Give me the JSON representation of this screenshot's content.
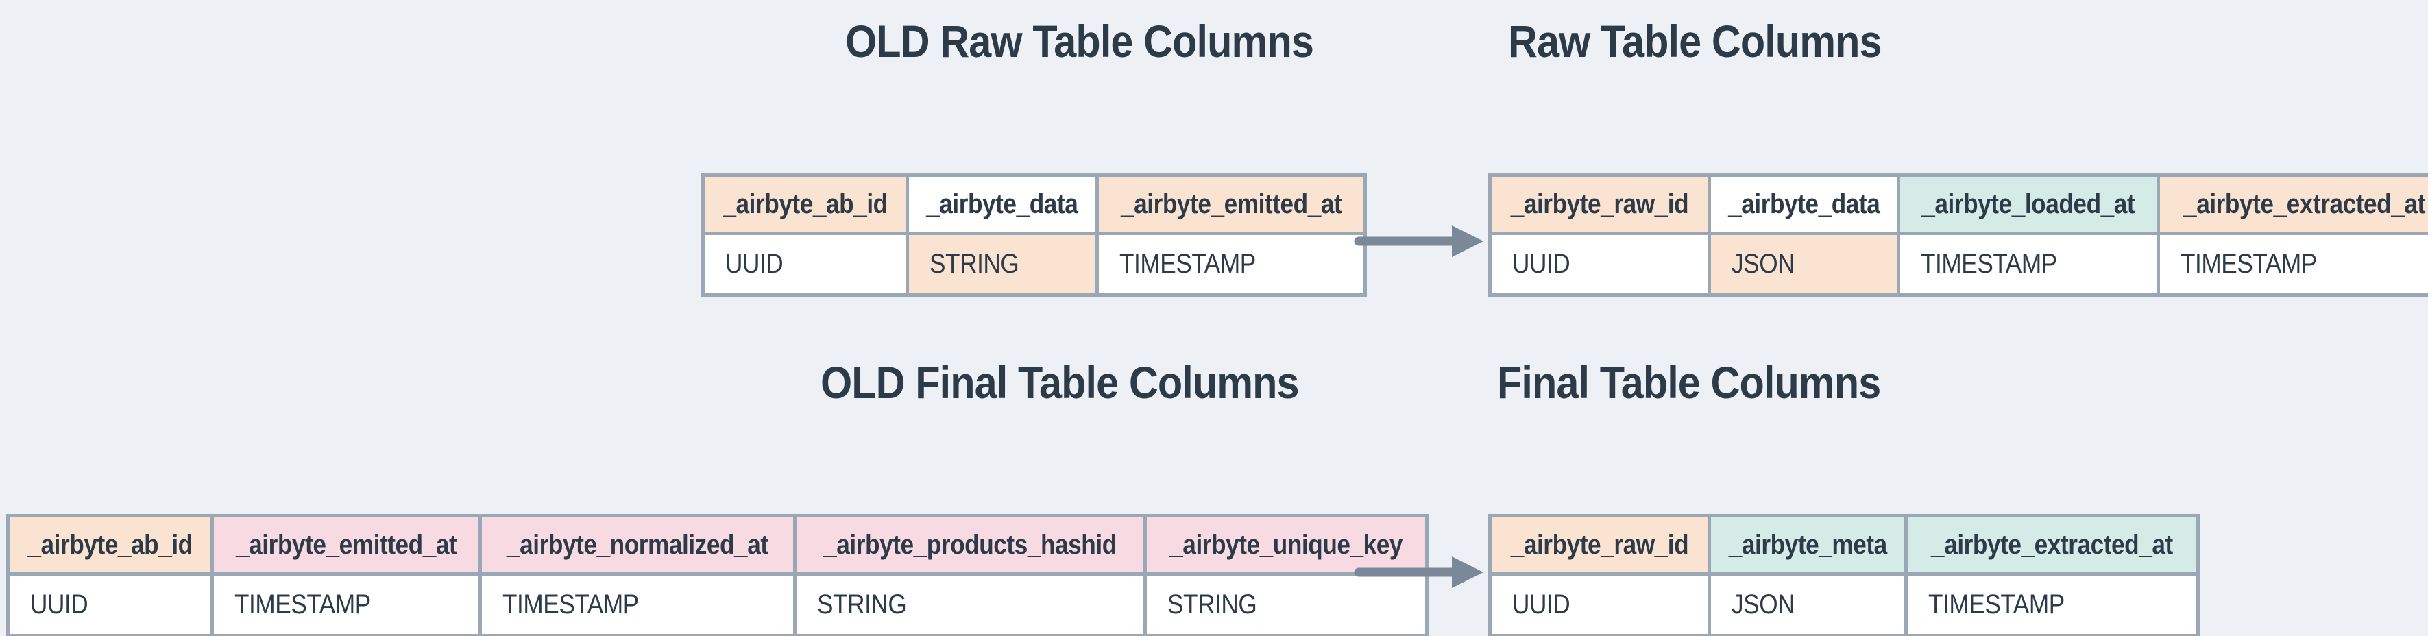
{
  "colors": {
    "background": "#edf1f5",
    "border": "#9aa7b5",
    "text": "#2d3a48",
    "arrow": "#7a8897",
    "peach": "#fae4d1",
    "pink": "#f8dae2",
    "teal": "#d4ebe8",
    "white": "#ffffff"
  },
  "titles": {
    "old_raw": "OLD Raw Table Columns",
    "new_raw": "Raw Table Columns",
    "old_final": "OLD Final Table Columns",
    "new_final": "Final Table Columns"
  },
  "tables": {
    "old_raw": {
      "columns": [
        {
          "name": "_airbyte_ab_id",
          "type": "UUID",
          "header_bg": "peach",
          "cell_bg": "white"
        },
        {
          "name": "_airbyte_data",
          "type": "STRING",
          "header_bg": "white",
          "cell_bg": "peach"
        },
        {
          "name": "_airbyte_emitted_at",
          "type": "TIMESTAMP",
          "header_bg": "peach",
          "cell_bg": "white"
        }
      ]
    },
    "new_raw": {
      "columns": [
        {
          "name": "_airbyte_raw_id",
          "type": "UUID",
          "header_bg": "peach",
          "cell_bg": "white"
        },
        {
          "name": "_airbyte_data",
          "type": "JSON",
          "header_bg": "white",
          "cell_bg": "peach"
        },
        {
          "name": "_airbyte_loaded_at",
          "type": "TIMESTAMP",
          "header_bg": "teal",
          "cell_bg": "white"
        },
        {
          "name": "_airbyte_extracted_at",
          "type": "TIMESTAMP",
          "header_bg": "peach",
          "cell_bg": "white"
        }
      ]
    },
    "old_final": {
      "columns": [
        {
          "name": "_airbyte_ab_id",
          "type": "UUID",
          "header_bg": "peach",
          "cell_bg": "white"
        },
        {
          "name": "_airbyte_emitted_at",
          "type": "TIMESTAMP",
          "header_bg": "pink",
          "cell_bg": "white"
        },
        {
          "name": "_airbyte_normalized_at",
          "type": "TIMESTAMP",
          "header_bg": "pink",
          "cell_bg": "white"
        },
        {
          "name": "_airbyte_products_hashid",
          "type": "STRING",
          "header_bg": "pink",
          "cell_bg": "white"
        },
        {
          "name": "_airbyte_unique_key",
          "type": "STRING",
          "header_bg": "pink",
          "cell_bg": "white"
        }
      ]
    },
    "new_final": {
      "columns": [
        {
          "name": "_airbyte_raw_id",
          "type": "UUID",
          "header_bg": "peach",
          "cell_bg": "white"
        },
        {
          "name": "_airbyte_meta",
          "type": "JSON",
          "header_bg": "teal",
          "cell_bg": "white"
        },
        {
          "name": "_airbyte_extracted_at",
          "type": "TIMESTAMP",
          "header_bg": "teal",
          "cell_bg": "white"
        }
      ]
    }
  },
  "icons": {
    "raw_arrow": "arrow-right",
    "final_arrow": "arrow-right"
  }
}
